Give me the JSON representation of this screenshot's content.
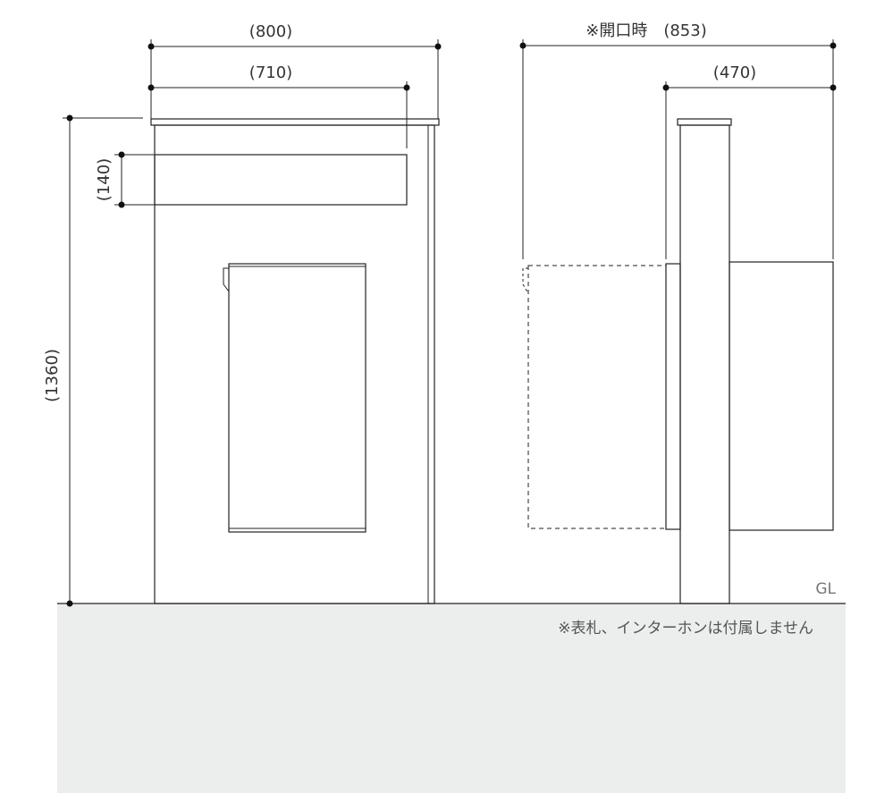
{
  "dimensions": {
    "front_width": "(800)",
    "slot_width": "(710)",
    "slot_height": "(140)",
    "total_height": "(1360)",
    "open_depth": "※開口時　(853)",
    "side_depth": "(470)"
  },
  "ground_label": "GL",
  "note": "※表札、インターホンは付属しません",
  "colors": {
    "ground": "#eceeed",
    "line": "#222222",
    "text": "#333333"
  }
}
